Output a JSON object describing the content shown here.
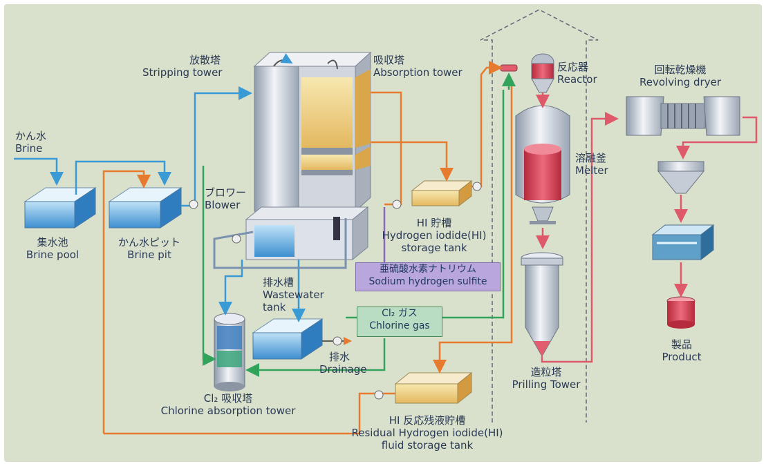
{
  "colors": {
    "background": "#d9e0cc",
    "brine_line": "#3a9ad6",
    "hi_line": "#e67a2e",
    "chlorine_line": "#32a35a",
    "product_line": "#de5a6a",
    "sulfite_box": "#b9a6dd",
    "chlorine_box": "#b9ddc2"
  },
  "labels": {
    "brine": {
      "jp": "かん水",
      "en": "Brine"
    },
    "brine_pool": {
      "jp": "集水池",
      "en": "Brine pool"
    },
    "brine_pit": {
      "jp": "かん水ピット",
      "en": "Brine pit"
    },
    "stripping_tower": {
      "jp": "放散塔",
      "en": "Stripping tower"
    },
    "absorption_tower": {
      "jp": "吸収塔",
      "en": "Absorption tower"
    },
    "blower": {
      "jp": "ブロワー",
      "en": "Blower"
    },
    "wastewater_tank": {
      "jp": "排水槽",
      "en": "Wastewater",
      "en2": "tank"
    },
    "hi_storage": {
      "jp": "HI 貯槽",
      "en": "Hydrogen iodide(HI)",
      "en2": "storage tank"
    },
    "sulfite": {
      "jp": "亜硫酸水素ナトリウム",
      "en": "Sodium hydrogen sulfite"
    },
    "chlorine_gas": {
      "jp": "Cl₂ ガス",
      "en": "Chlorine gas"
    },
    "drainage": {
      "jp": "排水",
      "en": "Drainage"
    },
    "chlorine_absorption": {
      "jp": "Cl₂ 吸収塔",
      "en": "Chlorine absorption tower"
    },
    "residual_hi": {
      "jp": "HI 反応残液貯槽",
      "en": "Residual Hydrogen iodide(HI)",
      "en2": "fluid storage tank"
    },
    "reactor": {
      "jp": "反応器",
      "en": "Reactor"
    },
    "melter": {
      "jp": "溶融釜",
      "en": "Melter"
    },
    "prilling_tower": {
      "jp": "造粒塔",
      "en": "Prilling Tower"
    },
    "revolving_dryer": {
      "jp": "回転乾燥機",
      "en": "Revolving dryer"
    },
    "product": {
      "jp": "製品",
      "en": "Product"
    }
  }
}
